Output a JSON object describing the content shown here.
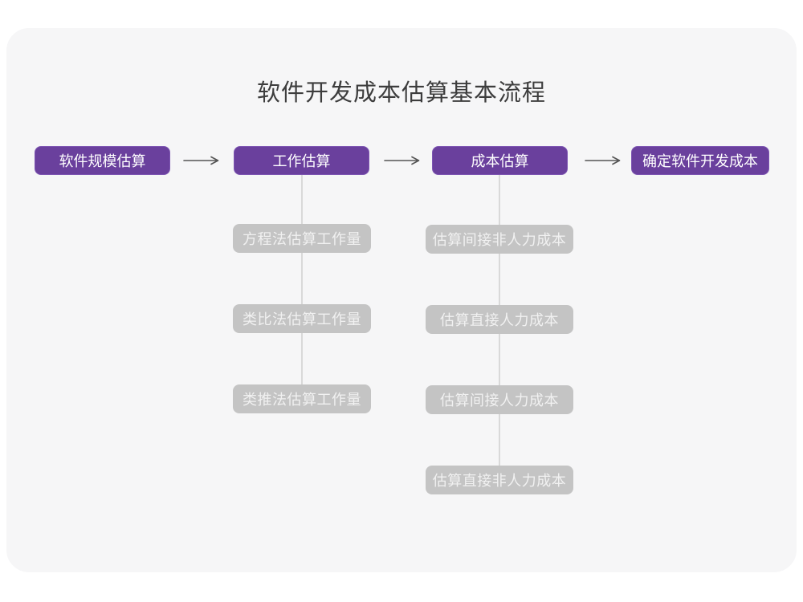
{
  "title": "软件开发成本估算基本流程",
  "colors": {
    "card_background": "#f6f6f7",
    "primary_node": "#6a409d",
    "secondary_node": "#c4c4c4",
    "connector_line": "#d9d9d9",
    "arrow": "#555555",
    "title_text": "#3d3d3d"
  },
  "flow": {
    "steps": [
      {
        "label": "软件规模估算"
      },
      {
        "label": "工作估算"
      },
      {
        "label": "成本估算"
      },
      {
        "label": "确定软件开发成本"
      }
    ],
    "work_methods": [
      "方程法估算工作量",
      "类比法估算工作量",
      "类推法估算工作量"
    ],
    "cost_items": [
      "估算间接非人力成本",
      "估算直接人力成本",
      "估算间接人力成本",
      "估算直接非人力成本"
    ]
  }
}
